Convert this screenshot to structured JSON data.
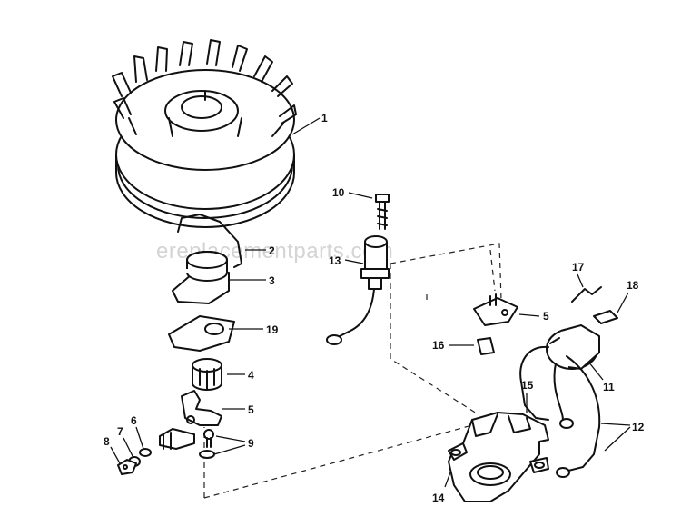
{
  "watermark": "ereplacementparts.com",
  "callouts": [
    {
      "id": "c1",
      "text": "1"
    },
    {
      "id": "c2",
      "text": "2"
    },
    {
      "id": "c3",
      "text": "3"
    },
    {
      "id": "c19",
      "text": "19"
    },
    {
      "id": "c4",
      "text": "4"
    },
    {
      "id": "c5a",
      "text": "5"
    },
    {
      "id": "c9",
      "text": "9"
    },
    {
      "id": "c6",
      "text": "6"
    },
    {
      "id": "c7",
      "text": "7"
    },
    {
      "id": "c8",
      "text": "8"
    },
    {
      "id": "c10",
      "text": "10"
    },
    {
      "id": "c13",
      "text": "13"
    },
    {
      "id": "c5b",
      "text": "5"
    },
    {
      "id": "c16",
      "text": "16"
    },
    {
      "id": "c17",
      "text": "17"
    },
    {
      "id": "c18",
      "text": "18"
    },
    {
      "id": "c11",
      "text": "11"
    },
    {
      "id": "c15",
      "text": "15"
    },
    {
      "id": "c12",
      "text": "12"
    },
    {
      "id": "c14",
      "text": "14"
    }
  ]
}
